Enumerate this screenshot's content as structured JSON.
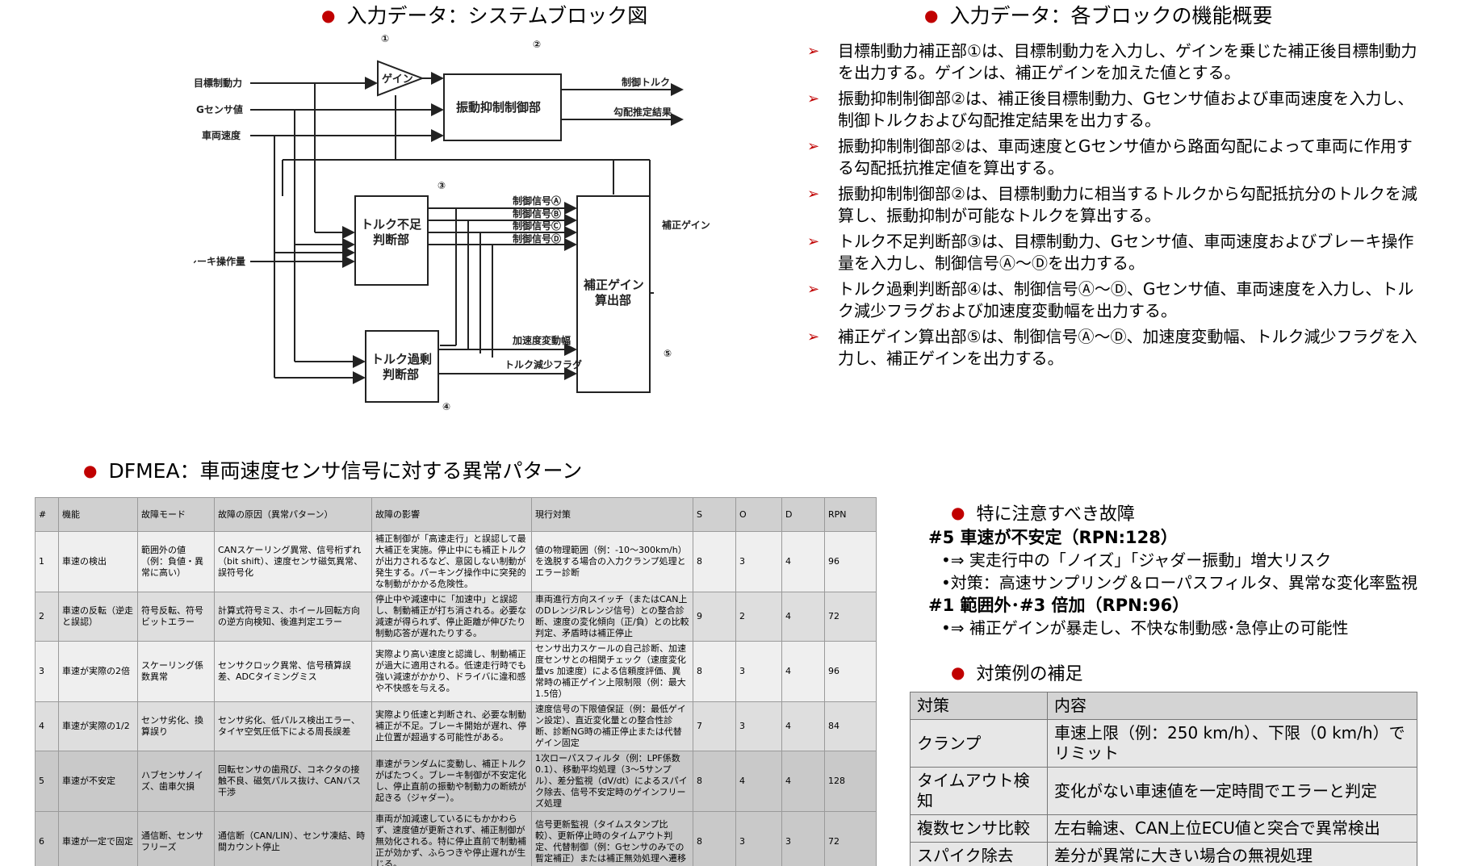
{
  "titles": {
    "block_diagram": "入力データ：システムブロック図",
    "function_overview": "入力データ：各ブロックの機能概要",
    "dfmea": "DFMEA：車両速度センサ信号に対する異常パターン",
    "focus": "特に注意すべき故障",
    "countermeasure": "対策例の補足"
  },
  "diagram": {
    "inputs": {
      "target_force": "目標制動力",
      "g_sensor": "Gセンサ値",
      "vehicle_speed": "車両速度",
      "brake": "ブレーキ操作量"
    },
    "outputs": {
      "torque": "制御トルク",
      "gradient": "勾配推定結果",
      "gain": "補正ゲイン"
    },
    "blocks": {
      "gain": "ゲイン",
      "vib": "振動抑制制御部",
      "shortage_1": "トルク不足",
      "shortage_2": "判断部",
      "excess_1": "トルク過剰",
      "excess_2": "判断部",
      "calc_1": "補正ゲイン",
      "calc_2": "算出部"
    },
    "signals": {
      "a": "制御信号Ⓐ",
      "b": "制御信号Ⓑ",
      "c": "制御信号Ⓒ",
      "d": "制御信号Ⓓ",
      "accel": "加速度変動幅",
      "flag": "トルク減少フラグ"
    },
    "numbers": {
      "n1": "①",
      "n2": "②",
      "n3": "③",
      "n4": "④",
      "n5": "⑤"
    }
  },
  "functions": [
    "目標制動力補正部①は、目標制動力を入力し、ゲインを乗じた補正後目標制動力を出力する。ゲインは、補正ゲインを加えた値とする。",
    "振動抑制制御部②は、補正後目標制動力、Gセンサ値および車両速度を入力し、制御トルクおよび勾配推定結果を出力する。",
    "振動抑制制御部②は、車両速度とGセンサ値から路面勾配によって車両に作用する勾配抵抗推定値を算出する。",
    "振動抑制制御部②は、目標制動力に相当するトルクから勾配抵抗分のトルクを減算し、振動抑制が可能なトルクを算出する。",
    "トルク不足判断部③は、目標制動力、Gセンサ値、車両速度およびブレーキ操作量を入力し、制御信号Ⓐ～Ⓓを出力する。",
    "トルク過剰判断部④は、制御信号Ⓐ～Ⓓ、Gセンサ値、車両速度を入力し、トルク減少フラグおよび加速度変動幅を出力する。",
    "補正ゲイン算出部⑤は、制御信号Ⓐ～Ⓓ、加速度変動幅、トルク減少フラグを入力し、補正ゲインを出力する。"
  ],
  "dfmea": {
    "headers": [
      "#",
      "機能",
      "故障モード",
      "故障の原因（異常パターン）",
      "故障の影響",
      "現行対策",
      "S",
      "O",
      "D",
      "RPN"
    ],
    "rows": [
      [
        "1",
        "車速の検出",
        "範囲外の値（例：負値・異常に高い）",
        "CANスケーリング異常、信号桁ずれ（bit shift）、速度センサ磁気異常、誤符号化",
        "補正制御が「高速走行」と誤認して最大補正を実施。停止中にも補正トルクが出力されるなど、意図しない制動が発生する。パーキング操作中に突発的な制動がかかる危険性。",
        "値の物理範囲（例：-10～300km/h）を逸脱する場合の入力クランプ処理とエラー診断",
        "8",
        "3",
        "4",
        "96"
      ],
      [
        "2",
        "車速の反転（逆走と誤認）",
        "符号反転、符号ビットエラー",
        "計算式符号ミス、ホイール回転方向の逆方向検知、後進判定エラー",
        "停止中や減速中に「加速中」と誤認し、制動補正が打ち消される。必要な減速が得られず、停止距離が伸びたり制動応答が遅れたりする。",
        "車両進行方向スイッチ（またはCAN上のDレンジ/Rレンジ信号）との整合診断、速度の変化傾向（正/負）との比較判定、矛盾時は補正停止",
        "9",
        "2",
        "4",
        "72"
      ],
      [
        "3",
        "車速が実際の2倍",
        "スケーリング係数異常",
        "センサクロック異常、信号積算誤差、ADCタイミングミス",
        "実際より高い速度と認識し、制動補正が過大に適用される。低速走行時でも強い減速がかかり、ドライバに違和感や不快感を与える。",
        "センサ出力スケールの自己診断、加速度センサとの相関チェック（速度変化量vs 加速度）による信頼度評価、異常時の補正ゲイン上限制限（例：最大1.5倍）",
        "8",
        "3",
        "4",
        "96"
      ],
      [
        "4",
        "車速が実際の1/2",
        "センサ劣化、換算誤り",
        "センサ劣化、低パルス検出エラー、タイヤ空気圧低下による周長誤差",
        "実際より低速と判断され、必要な制動補正が不足。ブレーキ開始が遅れ、停止位置が超過する可能性がある。",
        "速度信号の下限値保証（例：最低ゲイン設定）、直近変化量との整合性診断、診断NG時の補正停止または代替ゲイン固定",
        "7",
        "3",
        "4",
        "84"
      ],
      [
        "5",
        "車速が不安定",
        "ハブセンサノイズ、歯車欠損",
        "回転センサの歯飛び、コネクタの接触不良、磁気パルス抜け、CANバス干渉",
        "車速がランダムに変動し、補正トルクがばたつく。ブレーキ制御が不安定化し、停止直前の振動や制動力の断続が起きる（ジャダー）。",
        "1次ローパスフィルタ（例：LPF係数0.1）、移動平均処理（3～5サンプル）、差分監視（dV/dt）によるスパイク除去、信号不安定時のゲインフリーズ処理",
        "8",
        "4",
        "4",
        "128"
      ],
      [
        "6",
        "車速が一定で固定",
        "通信断、センサフリーズ",
        "通信断（CAN/LIN）、センサ凍結、時間カウント停止",
        "車両が加減速しているにもかかわらず、速度値が更新されず、補正制御が無効化される。特に停止直前で制動補正が効かず、ふらつきや停止遅れが生じる。",
        "信号更新監視（タイムスタンプ比較）、更新停止時のタイムアウト判定、代替制御（例：Gセンサのみでの暫定補正）または補正無効処理へ遷移",
        "8",
        "3",
        "3",
        "72"
      ]
    ]
  },
  "focus": {
    "items": [
      {
        "head": "#5 車速が不安定（RPN:128）",
        "subs": [
          "•⇒ 実走行中の「ノイズ」「ジャダー振動」増大リスク",
          "•対策：高速サンプリング＆ローパスフィルタ、異常な変化率監視"
        ]
      },
      {
        "head": "#1 範囲外･#3 倍加（RPN:96）",
        "subs": [
          "•⇒ 補正ゲインが暴走し、不快な制動感･急停止の可能性"
        ]
      }
    ]
  },
  "countermeasure": {
    "headers": [
      "対策",
      "内容"
    ],
    "rows": [
      [
        "クランプ",
        "車速上限（例：250 km/h）、下限（0 km/h）でリミット"
      ],
      [
        "タイムアウト検知",
        "変化がない車速値を一定時間でエラーと判定"
      ],
      [
        "複数センサ比較",
        "左右輪速、CAN上位ECU値と突合で異常検出"
      ],
      [
        "スパイク除去",
        "差分が異常に大きい場合の無視処理"
      ]
    ]
  },
  "colors": {
    "accent": "#c00000",
    "table_head": "#d0d0d0",
    "table_row": "#efefef"
  }
}
